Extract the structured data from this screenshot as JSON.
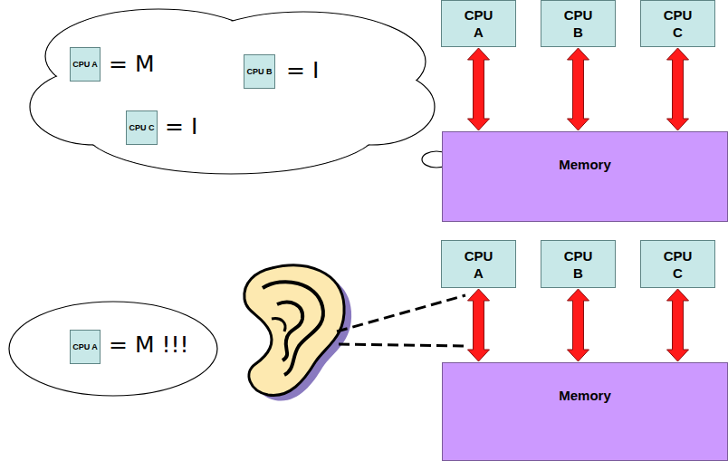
{
  "diagram": {
    "nodes": [
      {
        "text": [
          "CPU A"
        ]
      },
      {
        "text": [
          "CPU B"
        ]
      },
      {
        "text": [
          "CPU C"
        ]
      },
      {
        "text": [
          "CPU A"
        ]
      },
      {
        "text": [
          "CPU B"
        ]
      },
      {
        "text": [
          "CPU C"
        ]
      },
      {
        "text": [
          "Memory"
        ]
      },
      {
        "text": [
          "CPU A"
        ]
      },
      {
        "text": [
          "CPU A"
        ]
      },
      {
        "text": [
          "CPU B"
        ]
      },
      {
        "text": [
          "CPU C"
        ]
      },
      {
        "text": [
          "Memory"
        ]
      }
    ],
    "edges": [
      {
        "from": 3,
        "to": 6,
        "arrow": "both"
      },
      {
        "from": 4,
        "to": 6,
        "arrow": "both"
      },
      {
        "from": 5,
        "to": 6,
        "arrow": "both"
      },
      {
        "from": 8,
        "to": 11,
        "arrow": "both"
      },
      {
        "from": 9,
        "to": 11,
        "arrow": "both"
      },
      {
        "from": 10,
        "to": 11,
        "arrow": "both"
      }
    ],
    "labels": [
      "= M",
      "= I",
      "= I",
      "= M !!!"
    ]
  }
}
